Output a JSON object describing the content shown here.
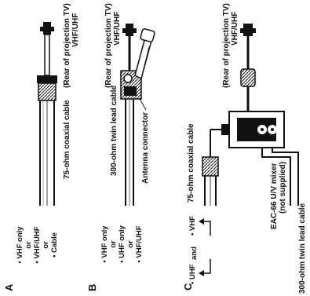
{
  "panels": {
    "a": {
      "letter": "A",
      "sources": [
        "• VHF only",
        "or",
        "• VHF/UHF",
        "or",
        "• Cable"
      ],
      "cable_label": "75-ohm coaxial cable",
      "tv_caption": "(Rear of projection TV)",
      "tv_terminal": "VHF/UHF"
    },
    "b": {
      "letter": "B",
      "sources": [
        "• VHF only",
        "or",
        "• UHF only",
        "or",
        "• VHF/UHF"
      ],
      "cable_label": "300-ohm twin lead cable",
      "connector_label": "Antenna connector",
      "tv_caption": "(Rear of projection TV)",
      "tv_terminal": "VHF/UHF"
    },
    "c": {
      "letter": "C",
      "source_vhf": "• VHF",
      "and_text": "and",
      "source_uhf": "• UHF",
      "coax_label": "75-ohm coaxial cable",
      "twin_label": "300-ohm twin lead cable",
      "mixer_label": "EAC-66 U/V mixer",
      "mixer_note": "(not supplied)",
      "tv_caption": "(Rear of projection TV)",
      "tv_terminal": "VHF/UHF"
    }
  }
}
